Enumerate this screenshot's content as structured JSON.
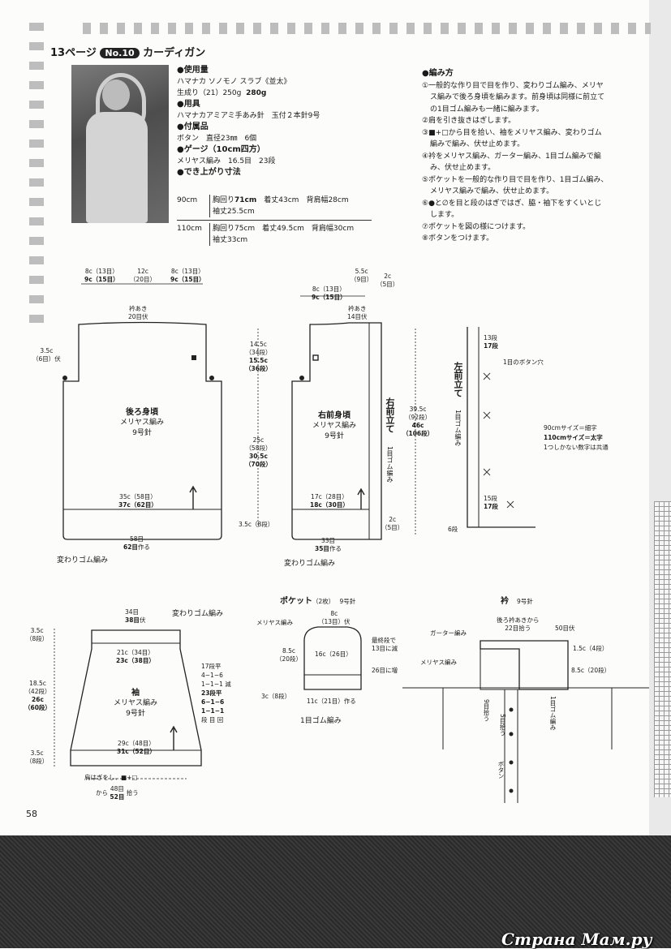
{
  "header": {
    "page_ref": "13ページ",
    "badge": "No.10",
    "title": "カーディガン"
  },
  "materials": {
    "yarn_h": "●使用量",
    "yarn_1": "ハマナカ ソノモノ スラブ《並太》",
    "yarn_2": "生成り（21）250g",
    "yarn_bold": "280g",
    "tools_h": "●用具",
    "tools_1": "ハマナカアミアミ手あみ針　玉付２本針9号",
    "acc_h": "●付属品",
    "acc_1": "ボタン　直径23㎜　6個",
    "gauge_h": "●ゲージ（10cm四方）",
    "gauge_1": "メリヤス編み　16.5目　23段",
    "size_h": "●でき上がり寸法",
    "s90": "90cm",
    "s90_a": "胸回り",
    "s90_a_v": "71cm",
    "s90_b": "着丈43cm　背肩幅28cm",
    "s90_c": "袖丈25.5cm",
    "s110": "110cm",
    "s110_a": "胸回り75cm　着丈49.5cm　背肩幅30cm",
    "s110_c": "袖丈33cm"
  },
  "instructions": {
    "h": "●編み方",
    "l1": "①一般的な作り目で目を作り、変わりゴム編み、メリヤ",
    "l2": "ス編みで後ろ身頃を編みます。前身頃は同様に前立て",
    "l3": "の1目ゴム編みも一緒に編みます。",
    "l4": "②肩を引き抜きはぎします。",
    "l5": "③■+□から目を拾い、袖をメリヤス編み、変わりゴム",
    "l6": "編みで編み、伏せ止めます。",
    "l7": "④衿をメリヤス編み、ガーター編み、1目ゴム編みで編",
    "l8": "み、伏せ止めます。",
    "l9": "⑤ポケットを一般的な作り目で目を作り、1目ゴム編み、",
    "l10": "メリヤス編みで編み、伏せ止めます。",
    "l11": "⑥●と∅を目と段のはぎではぎ、脇・袖下をすくいとじ",
    "l12": "します。",
    "l13": "⑦ポケットを図の様につけます。",
    "l14": "⑧ボタンをつけます。"
  },
  "back": {
    "top_l1": "8c（13目）",
    "top_l2": "9c（15目）",
    "top_m1": "12c",
    "top_m2": "（20目）",
    "top_r1": "8c（13目）",
    "top_r2": "9c（15目）",
    "neck1": "衿あき",
    "neck2": "20目伏",
    "arm1": "3.5c",
    "arm2": "（6目）伏",
    "name": "後ろ身頃",
    "stitch": "メリヤス編み",
    "needle": "9号針",
    "w1": "35c（58目）",
    "w2": "37c（62目）",
    "cast1": "58目",
    "cast2": "62目",
    "cast3": "作る",
    "rib": "変わりゴム編み",
    "h1": "14.5c",
    "h2": "（34段）",
    "h3": "15.5c",
    "h4": "（36段）",
    "h5": "25c",
    "h6": "（58段）",
    "h7": "30.5c",
    "h8": "（70段）",
    "h9": "3.5c（8段）"
  },
  "front": {
    "t1": "5.5c",
    "t2": "（9目）",
    "t3": "2c",
    "t4": "（5目）",
    "t5": "8c（13目）",
    "t6": "9c（15目）",
    "neck1": "衿あき",
    "neck2": "14目伏",
    "name": "右前身頃",
    "stitch": "メリヤス編み",
    "needle": "9号針",
    "w1": "17c（28目）",
    "w2": "18c（30目）",
    "cast1": "33目",
    "cast2": "35目",
    "cast3": "作る",
    "rib": "変わりゴム編み",
    "band_title": "右前立て",
    "band_rib": "1目ゴム編み",
    "bh1": "39.5c",
    "bh2": "（92段）",
    "bh3": "46c",
    "bh4": "（106段）",
    "b1": "2c",
    "b2": "（5目）"
  },
  "placket": {
    "title": "左前立て",
    "rib": "1目ゴム編み",
    "r1": "13段",
    "r2": "17段",
    "hole": "1目のボタン穴",
    "r3": "15段",
    "r4": "17段",
    "r5": "6段",
    "legend1": "90cmサイズ＝細字",
    "legend2": "110cmサイズ＝太字",
    "legend3": "1つしかない数字は共通"
  },
  "sleeve": {
    "top1": "34目",
    "top2": "38目",
    "top3": "伏",
    "rib": "変わりゴム編み",
    "l1": "3.5c",
    "l2": "（8段）",
    "l3": "18.5c",
    "l4": "（42段）",
    "l5": "26c",
    "l6": "（60段）",
    "l7": "3.5c",
    "l8": "（8段）",
    "w1": "21c（34目）",
    "w2": "23c（38目）",
    "d1": "17段平",
    "d2": "4−1−6",
    "d3": "1−1−1",
    "d4": "減",
    "d5": "23段平",
    "d6": "6−1−6",
    "d7": "1−1−1",
    "d8": "段 目 回",
    "name": "袖",
    "stitch": "メリヤス編み",
    "needle": "9号針",
    "bw1": "29c（48目）",
    "bw2": "31c（52目）",
    "pick1": "肩はぎをし、■+□",
    "pick2": "から",
    "pick3": "48目",
    "pick4": "52目",
    "pick5": "拾う"
  },
  "pocket": {
    "title": "ポケット",
    "count": "（2枚）",
    "needle": "9号針",
    "t1": "8c",
    "t2": "（13目）伏",
    "st": "メリヤス編み",
    "h1": "8.5c",
    "h2": "（20段）",
    "in1": "16c（26目）",
    "note1": "最終段で",
    "note2": "13目に減",
    "inc": "26目に増",
    "h3": "3c（8段）",
    "cast": "11c（21目）作る",
    "rib": "1目ゴム編み"
  },
  "collar": {
    "title": "衿",
    "needle": "9号針",
    "n1": "後ろ衿あきから",
    "n2": "22目拾う",
    "off": "50目伏",
    "garter": "ガーター編み",
    "st": "メリヤス編み",
    "h1": "1.5c（4段）",
    "h2": "8.5c（20段）",
    "p1": "9目拾う",
    "p2": "5目拾う",
    "rib": "1目ゴム編み",
    "btn": "ボタン"
  },
  "footer": {
    "page": "58",
    "watermark": "Страна Мам.ру"
  }
}
